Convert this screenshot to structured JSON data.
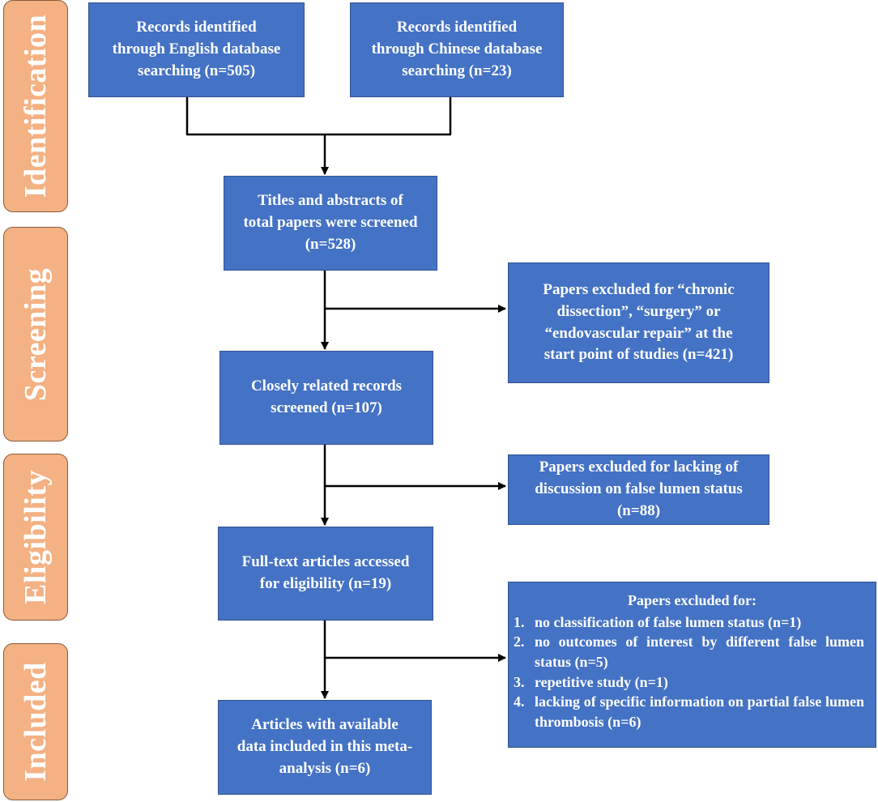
{
  "phases": [
    "Identification",
    "Screening",
    "Eligibility",
    "Included"
  ],
  "boxes": {
    "english_records": [
      "Records identified",
      "through English database",
      "searching (n=505)"
    ],
    "chinese_records": [
      "Records identified",
      "through Chinese database",
      "searching (n=23)"
    ],
    "titles_screened": [
      "Titles and abstracts of",
      "total papers were screened",
      "(n=528)"
    ],
    "excluded_chronic": [
      "Papers excluded for “chronic",
      "dissection”, “surgery” or",
      "“endovascular repair” at the",
      "start point of studies (n=421)"
    ],
    "closely_related": [
      "Closely related records",
      "screened (n=107)"
    ],
    "excluded_lacking": [
      "Papers excluded for lacking of",
      "discussion on false lumen status",
      "(n=88)"
    ],
    "fulltext": [
      "Full-text articles accessed",
      "for eligibility (n=19)"
    ],
    "excluded_reasons": {
      "title": "Papers excluded for:",
      "items": [
        {
          "num": "1.",
          "text": "no classification of false lumen status (n=1)"
        },
        {
          "num": "2.",
          "text": "no outcomes of interest by different false lumen status (n=5)"
        },
        {
          "num": "3.",
          "text": "repetitive study (n=1)"
        },
        {
          "num": "4.",
          "text": "lacking of specific information on partial false lumen thrombosis (n=6)"
        }
      ]
    },
    "included_articles": [
      "Articles with available",
      "data included in this meta-",
      "analysis (n=6)"
    ]
  },
  "colors": {
    "box_fill": "#4472c4",
    "box_border": "#2f528f",
    "phase_fill": "#f4b183",
    "phase_border": "#8a5a3a",
    "line": "#000000"
  }
}
